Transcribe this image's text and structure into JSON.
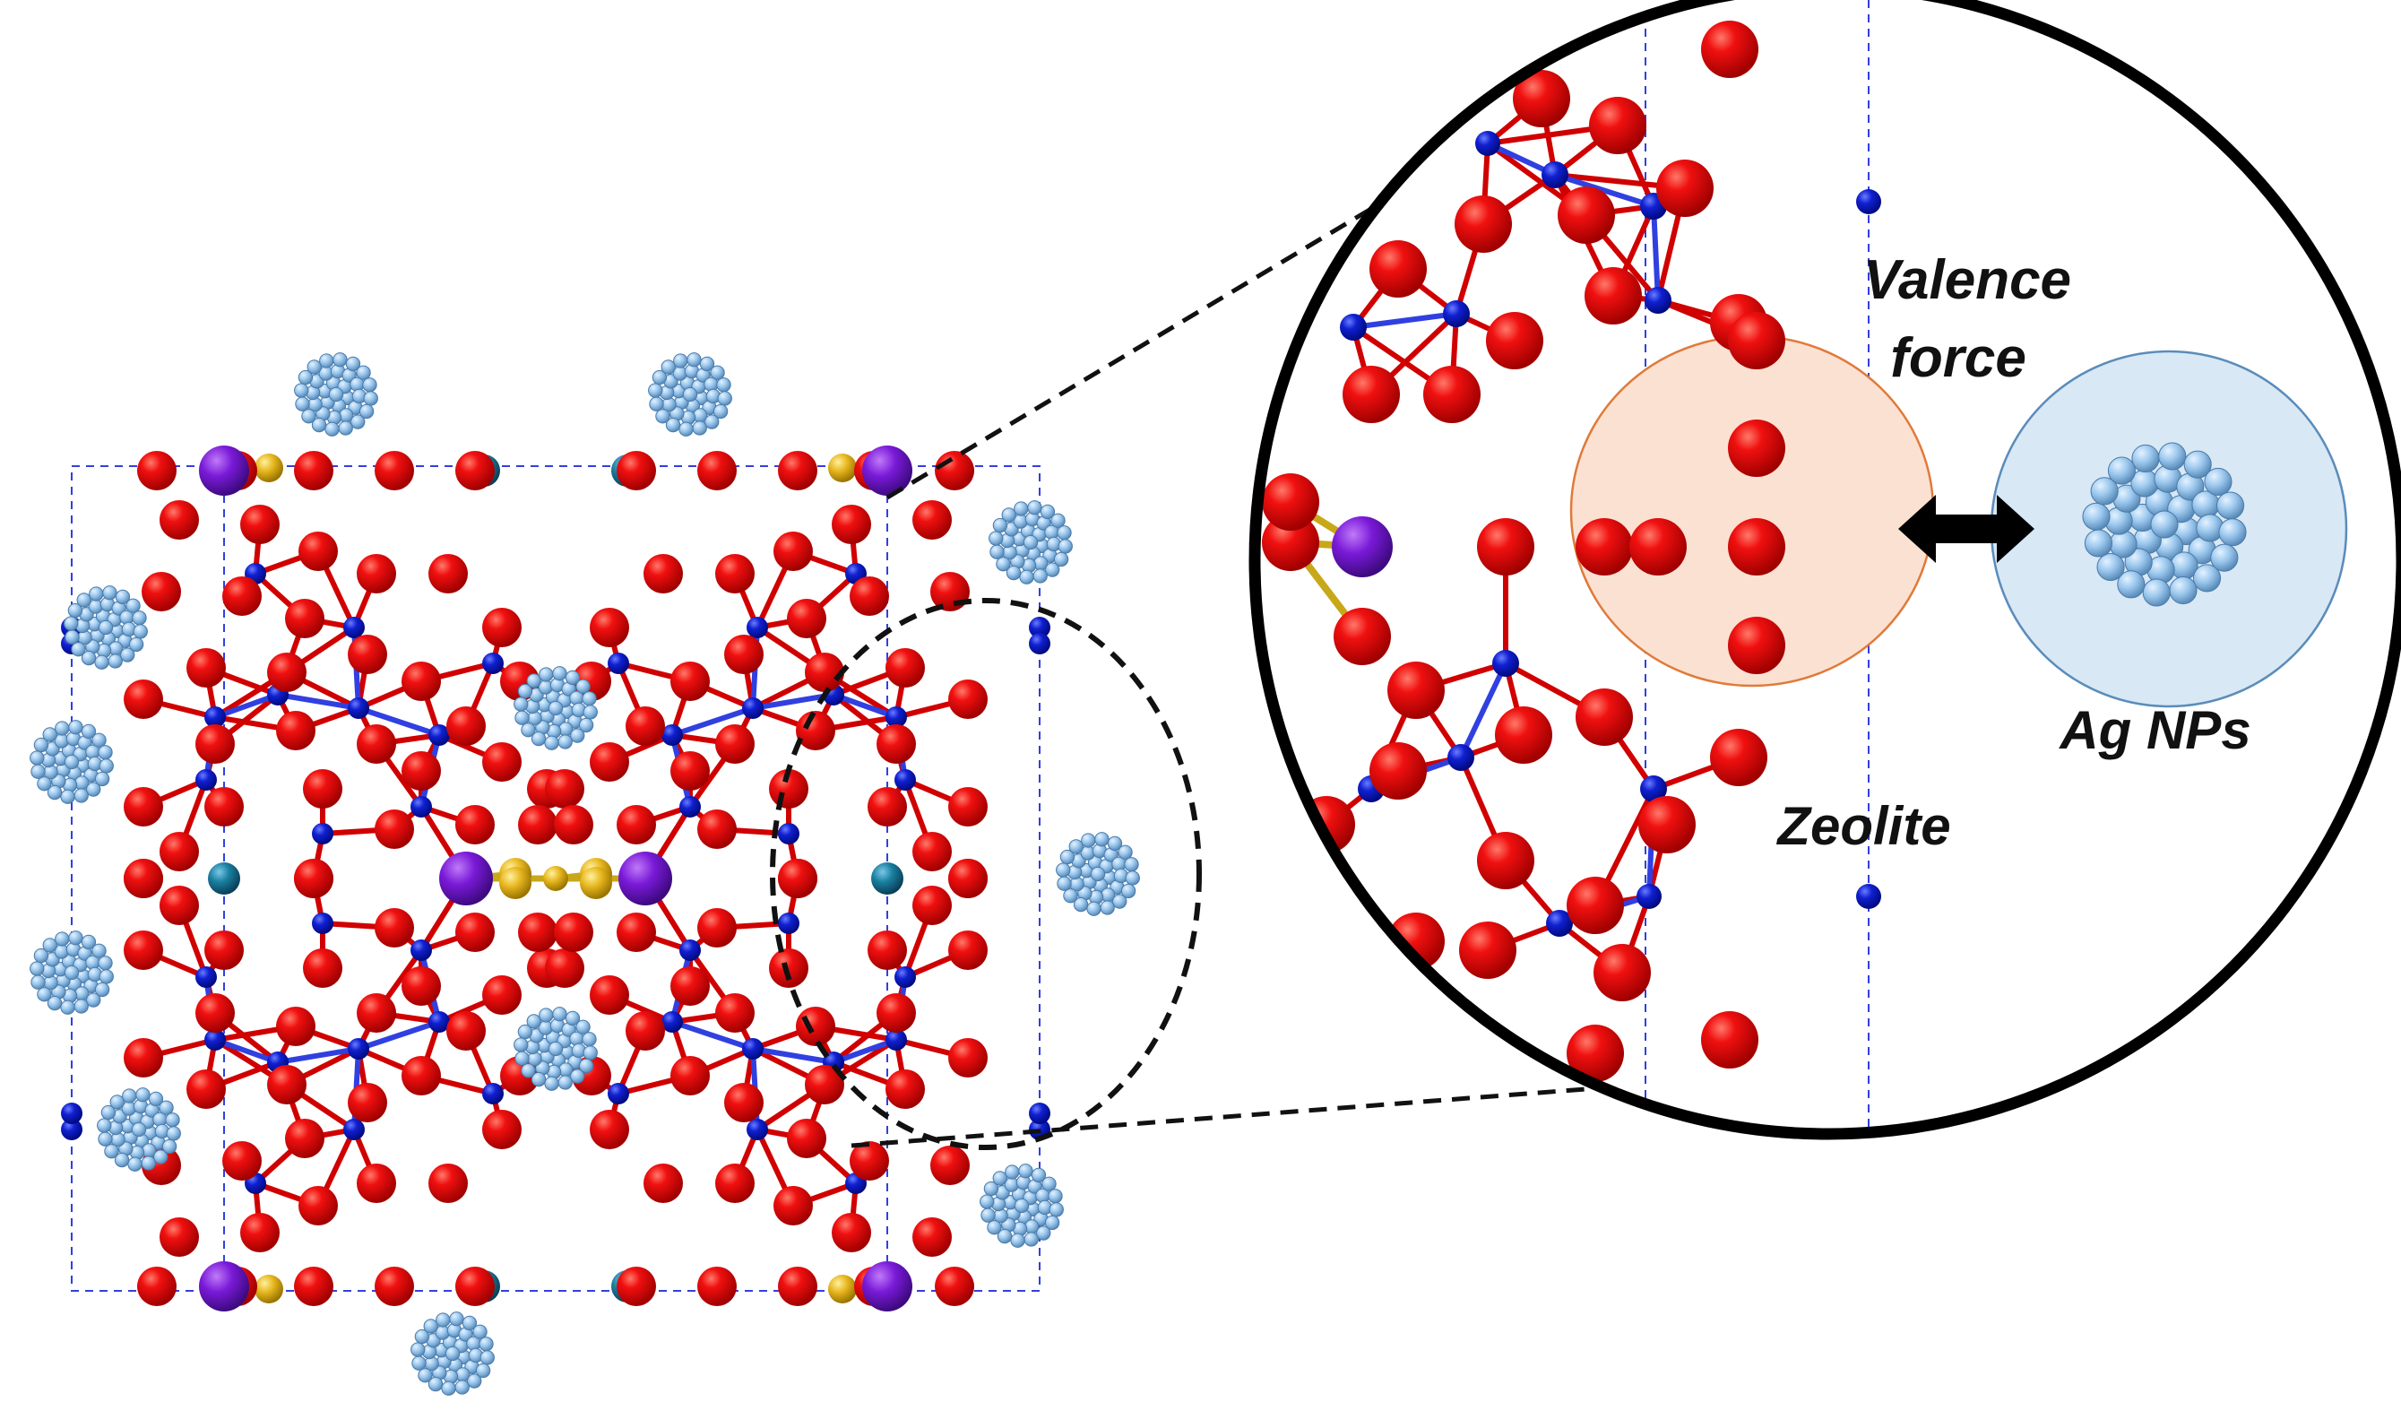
{
  "labels": {
    "valence_line1": "Valence",
    "valence_line2": "force",
    "zeolite": "Zeolite",
    "ag_nps": "Ag NPs"
  },
  "colors": {
    "oxygen": "#e00000",
    "silicon": "#0a14c8",
    "cation_purple": "#7a1ad8",
    "sulfur_yellow": "#e8c020",
    "cyan_atom": "#1a7fa0",
    "silver_np": "#8fbfe8",
    "zeolite_region": "#fbe1d2",
    "np_region": "#d9e8f5",
    "arrow": "#000000"
  },
  "icons": {
    "interaction_arrow": "double-headed-arrow-icon",
    "nanoparticle": "silver-nanoparticle-cluster-icon"
  }
}
